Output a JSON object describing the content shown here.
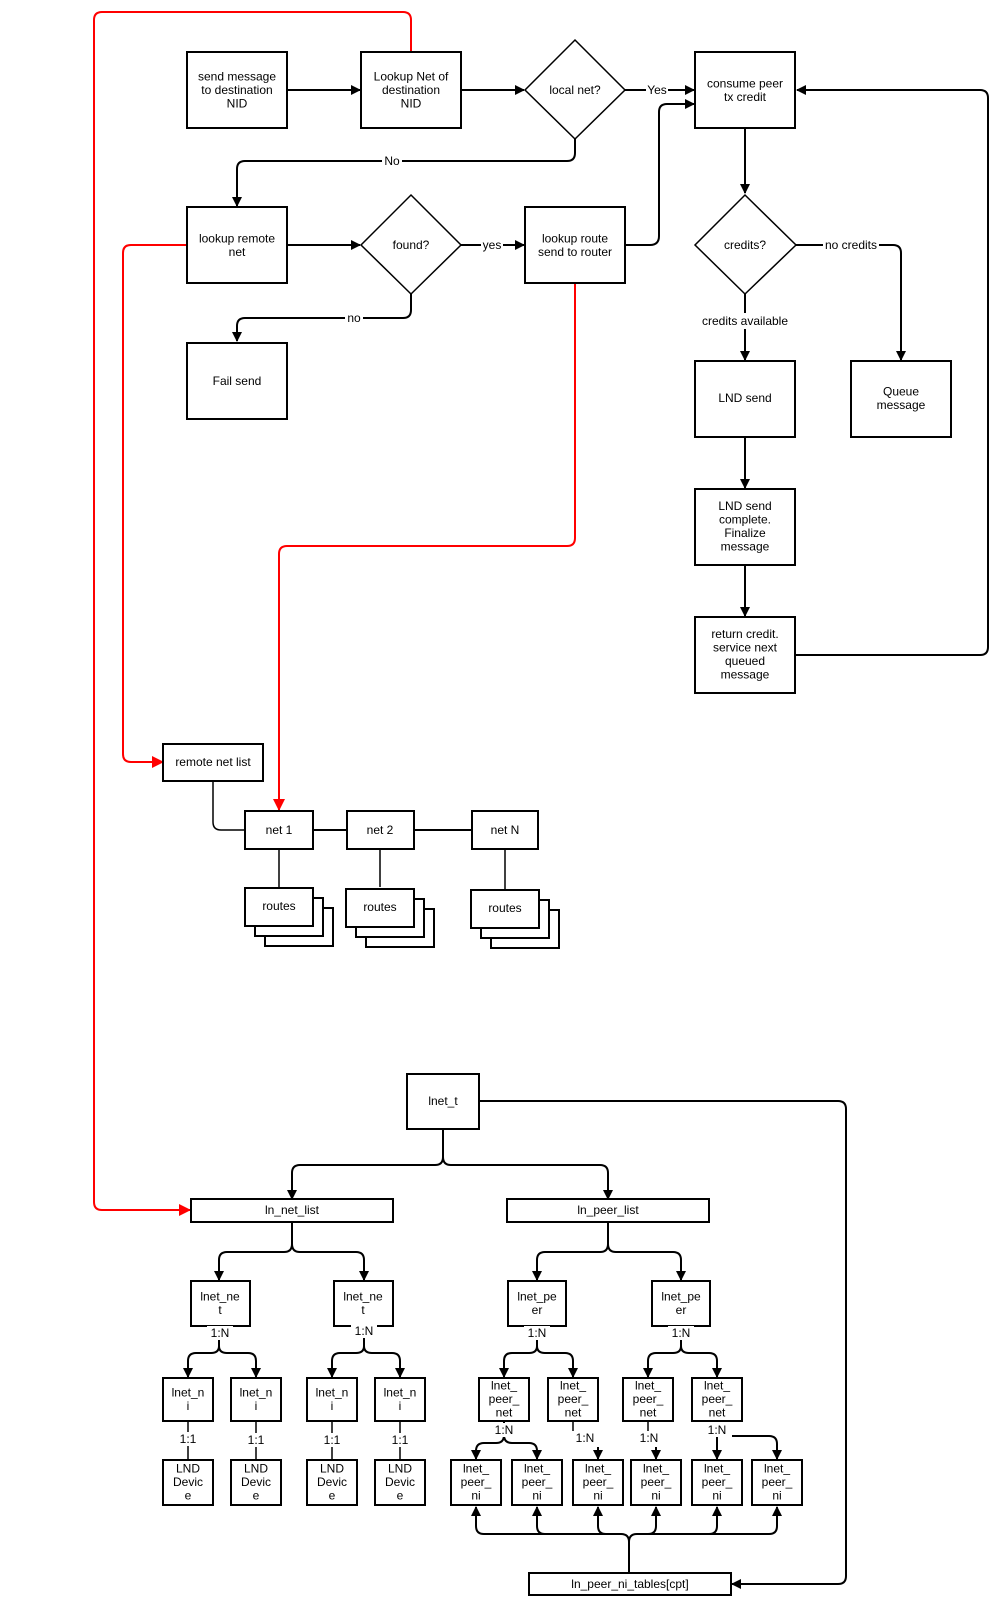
{
  "colors": {
    "stroke": "#000000",
    "highlight": "#ff0000",
    "background": "#ffffff"
  },
  "nodes": {
    "send_message": [
      "send message",
      "to destination",
      "NID"
    ],
    "lookup_net": [
      "Lookup Net of",
      "destination",
      "NID"
    ],
    "local_net": [
      "local net?"
    ],
    "consume_credit": [
      "consume peer",
      "tx credit"
    ],
    "lookup_remote": [
      "lookup remote",
      "net"
    ],
    "found": [
      "found?"
    ],
    "lookup_route": [
      "lookup route",
      "send to router"
    ],
    "fail_send": [
      "Fail send"
    ],
    "credits": [
      "credits?"
    ],
    "lnd_send": [
      "LND send"
    ],
    "queue_message": [
      "Queue",
      "message"
    ],
    "lnd_complete": [
      "LND send",
      "complete.",
      "Finalize",
      "message"
    ],
    "return_credit": [
      "return credit.",
      "service next",
      "queued",
      "message"
    ],
    "remote_net_list": [
      "remote net list"
    ],
    "net1": [
      "net 1"
    ],
    "net2": [
      "net 2"
    ],
    "netN": [
      "net N"
    ],
    "routes": [
      "routes"
    ],
    "lnet_t": [
      "lnet_t"
    ],
    "ln_net_list": [
      "ln_net_list"
    ],
    "ln_peer_list": [
      "ln_peer_list"
    ],
    "lnet_net": [
      "lnet_ne",
      "t"
    ],
    "lnet_peer": [
      "lnet_pe",
      "er"
    ],
    "lnet_ni": [
      "lnet_n",
      "i"
    ],
    "lnd_device": [
      "LND",
      "Devic",
      "e"
    ],
    "lnet_peer_net": [
      "lnet_",
      "peer_",
      "net"
    ],
    "lnet_peer_ni": [
      "lnet_",
      "peer_",
      "ni"
    ],
    "ln_peer_ni_tables": [
      "ln_peer_ni_tables[cpt]"
    ]
  },
  "edge_labels": {
    "yes_local": "Yes",
    "no_local": "No",
    "yes_found": "yes",
    "no_found": "no",
    "no_credits": "no credits",
    "credits_available": "credits available",
    "one_to_n": "1:N",
    "one_to_one": "1:1"
  }
}
